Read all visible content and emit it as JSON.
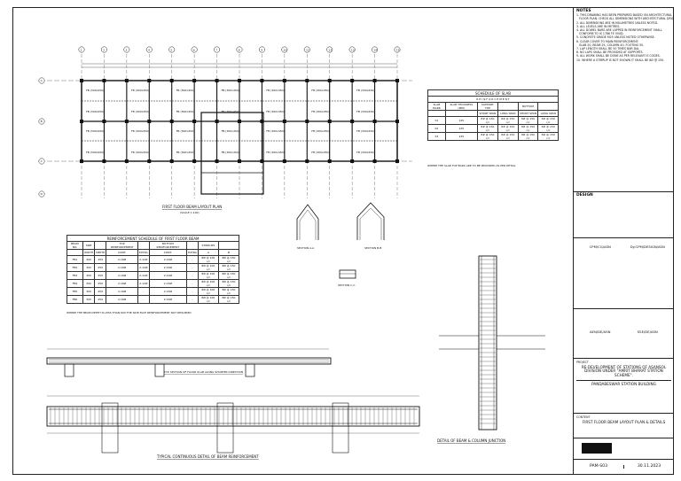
{
  "plan": {
    "title": "FIRST FLOOR BEAM LAYOUT PLAN",
    "scale": "(SCALE 1:100)",
    "grid_columns": [
      "1",
      "2",
      "3",
      "4",
      "5",
      "6",
      "7",
      "8",
      "9",
      "10",
      "11",
      "12",
      "13",
      "14",
      "15"
    ],
    "grid_rows": [
      "A",
      "B",
      "C",
      "D"
    ],
    "beam_tag": "FB (300x450)"
  },
  "slab_schedule": {
    "title": "SCHEDULE OF SLAB",
    "subtitle": "R E I N F O R C E M E N T",
    "headers": [
      "SLAB MARK",
      "SLAB THICKNESS (MM)",
      "SUPPORT TOP",
      "",
      "BOTTOM",
      ""
    ],
    "subheaders": [
      "",
      "",
      "SHORT SPAN",
      "LONG SPAN",
      "SHORT SPAN",
      "LONG SPAN"
    ],
    "rows": [
      [
        "S1",
        "125",
        "8# @ 150 c/c",
        "8# @ 150 c/c",
        "8# @ 150 c/c",
        "8# @ 150 c/c"
      ],
      [
        "S2",
        "125",
        "8# @ 150 c/c",
        "8# @ 150 c/c",
        "8# @ 150 c/c",
        "8# @ 150 c/c"
      ],
      [
        "S3",
        "125",
        "8# @ 150 c/c",
        "8# @ 150 c/c",
        "8# @ 150 c/c",
        "8# @ 150 c/c"
      ]
    ],
    "footnote": "WHERE THE SLAB TOP BARS ARE TO BE PROVIDED AS PER DETAIL"
  },
  "beam_schedule": {
    "title": "REINFORCEMENT SCHEDULE OF FIRST FLOOR BEAM",
    "headers": [
      "BEAM NO.",
      "SIZE",
      "",
      "TOP REINFORCEMENT",
      "",
      "BOTTOM REINFORCEMENT",
      "",
      "STIRRUPS",
      ""
    ],
    "subheaders": [
      "",
      "WIDTH",
      "DEPTH",
      "CONT.",
      "EXTRA",
      "CONT.",
      "EXTRA",
      "A",
      "B"
    ],
    "rows": [
      [
        "FB1",
        "300",
        "450",
        "2-16Ø",
        "2-12Ø",
        "2-16Ø",
        "-",
        "8Ø @ 100 c/c",
        "8Ø @ 150 c/c"
      ],
      [
        "FB2",
        "300",
        "450",
        "2-16Ø",
        "2-12Ø",
        "2-16Ø",
        "-",
        "8Ø @ 100 c/c",
        "8Ø @ 150 c/c"
      ],
      [
        "FB3",
        "300",
        "450",
        "2-16Ø",
        "2-12Ø",
        "2-16Ø",
        "-",
        "8Ø @ 100 c/c",
        "8Ø @ 150 c/c"
      ],
      [
        "FB4",
        "300",
        "450",
        "2-16Ø",
        "2-12Ø",
        "2-16Ø",
        "-",
        "8Ø @ 100 c/c",
        "8Ø @ 150 c/c"
      ],
      [
        "FB5",
        "300",
        "450",
        "2-16Ø",
        "-",
        "2-16Ø",
        "-",
        "8Ø @ 100 c/c",
        "8Ø @ 150 c/c"
      ],
      [
        "FB6",
        "300",
        "450",
        "2-16Ø",
        "-",
        "2-16Ø",
        "-",
        "8Ø @ 100 c/c",
        "8Ø @ 150 c/c"
      ]
    ],
    "footnote": "WHERE THE BEAM DEPTH IS LESS THAN 600 THE SIDE FACE REINFORCEMENT NOT REQUIRED"
  },
  "details": {
    "slab_section": "TYP. SECTION OF FLOOR SLAB ALONG SHORTER DIRECTION",
    "beam_typical": "TYPICAL CONTINUOUS DETAIL OF BEAM REINFORCEMENT",
    "beam_column": "DETAIL OF BEAM & COLUMN JUNCTION",
    "section_label_a": "SECTION A-A",
    "section_label_b": "SECTION B-B",
    "section_label_c": "SECTION C-C"
  },
  "title_block": {
    "notes_heading": "NOTES",
    "notes_text": [
      "1. THIS DRAWING HAS BEEN PREPARED BASED ON ARCHITECTURAL",
      "   FLOOR PLAN. CHECK ALL DIMENSIONS WITH ARCHITECTURAL DRG.",
      "2. ALL DIMENSIONS ARE IN MILLIMETRES UNLESS NOTED.",
      "3. ALL LEVELS ARE IN METRES.",
      "4. ALL DOWEL BARS ARE LAPPED IN REINFORCEMENT SHALL",
      "   CONFORM TO IS 1786 FE 500D.",
      "5. CONCRETE GRADE M25 UNLESS NOTED OTHERWISE.",
      "6. CLEAR COVER TO MAIN REINFORCEMENT:",
      "   SLAB 20, BEAM 25, COLUMN 40, FOOTING 50.",
      "7. LAP LENGTH SHALL BE 50 TIMES BAR DIA.",
      "8. NO LAPS SHALL BE PROVIDED AT SUPPORTS.",
      "9. ALL WORK SHALL BE DONE AS PER RELEVANT IS CODES.",
      "10. WHERE A STIRRUP IS NOT SHOWN IT SHALL BE 8Ø @ 150."
    ],
    "design_heading": "DESIGN",
    "sign_left_1": "CPM/CG/ASN",
    "sign_right_1": "Dy.CPM/DESIGN/ASN",
    "sign_left_2": "AEN/DE/ASN",
    "sign_right_2": "SSE/DE/ASN",
    "project_label": "PROJECT",
    "project_name": "RE-DEVELOPMENT OF STATIONS OF ASANSOL DIVISION UNDER \"AMRIT BHARAT STATION SCHEME\".",
    "building_name": "PANDABESWAR STATION BUILDING",
    "content_label": "CONTENT",
    "content_name": "FIRST FLOOR BEAM LAYOUT PLAN & DETAILS",
    "drawing_no": "PAM-S03",
    "date": "30.11.2023"
  }
}
